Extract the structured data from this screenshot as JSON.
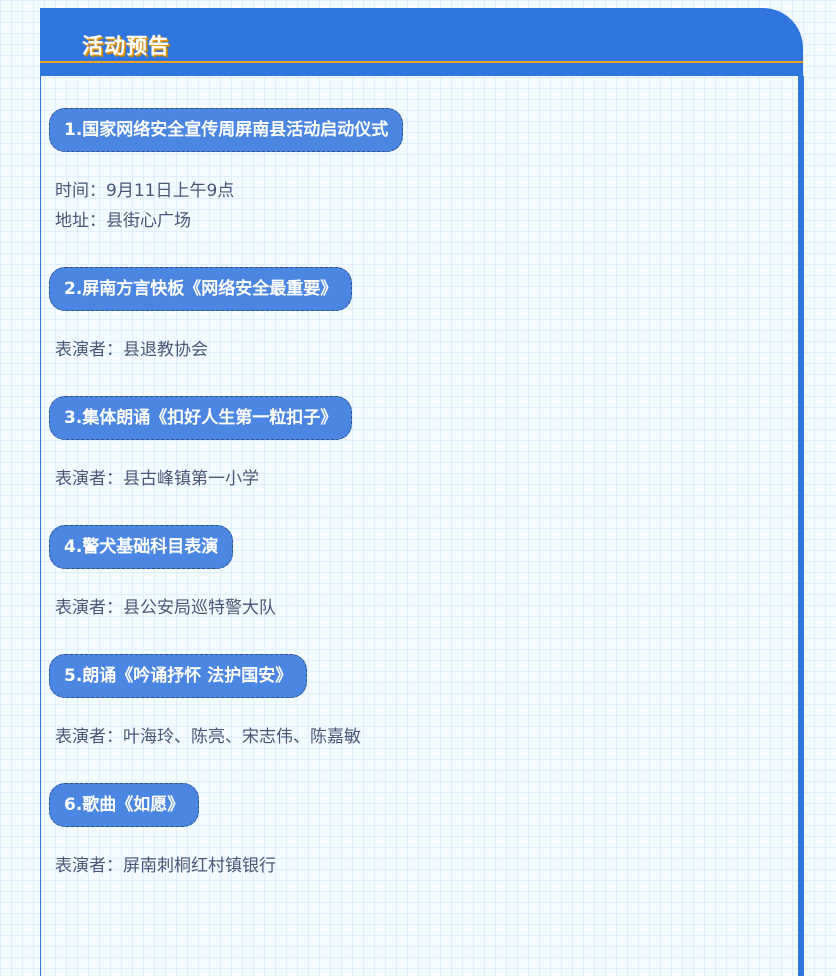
{
  "header": {
    "title": "活动预告"
  },
  "items": [
    {
      "title": "1.国家网络安全宣传周屏南县活动启动仪式",
      "lines": [
        "时间：9月11日上午9点",
        "地址：县街心广场"
      ]
    },
    {
      "title": "2.屏南方言快板《网络安全最重要》",
      "lines": [
        "表演者：县退教协会"
      ]
    },
    {
      "title": "3.集体朗诵《扣好人生第一粒扣子》",
      "lines": [
        "表演者：县古峰镇第一小学"
      ]
    },
    {
      "title": "4.警犬基础科目表演",
      "lines": [
        "表演者：县公安局巡特警大队"
      ]
    },
    {
      "title": "5.朗诵《吟诵抒怀 法护国安》",
      "lines": [
        "表演者：叶海玲、陈亮、宋志伟、陈嘉敏"
      ]
    },
    {
      "title": "6.歌曲《如愿》",
      "lines": [
        "表演者：屏南刺桐红村镇银行"
      ]
    }
  ],
  "colors": {
    "header": "#2e75dd",
    "pill": "#4a86e2",
    "accent_line": "#f0a020",
    "text": "#4a5677"
  }
}
